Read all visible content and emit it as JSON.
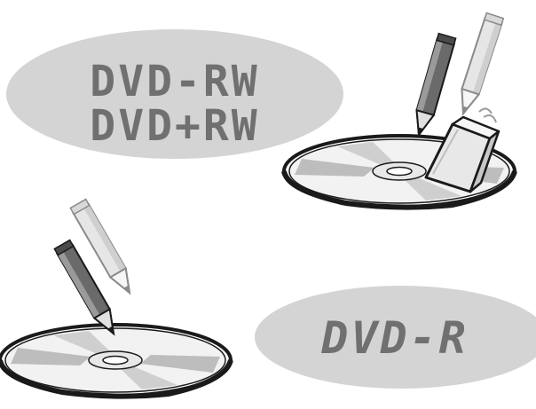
{
  "labels": {
    "rewritable_line1": "DVD-RW",
    "rewritable_line2": "DVD+RW",
    "write_once": "DVD-R"
  },
  "colors": {
    "ellipse_fill": "#d4d4d4",
    "text": "#6e6e6e",
    "outline": "#1a1a1a",
    "pencil_dark": "#6a6a6a",
    "pencil_light": "#e6e6e6",
    "eraser": "#e8e8e8"
  },
  "icons": {
    "top_right": [
      "dark-pencil-icon",
      "light-pencil-icon",
      "eraser-icon",
      "optical-disc-icon"
    ],
    "bottom_left": [
      "dark-pencil-icon",
      "light-pencil-icon",
      "optical-disc-icon"
    ]
  }
}
